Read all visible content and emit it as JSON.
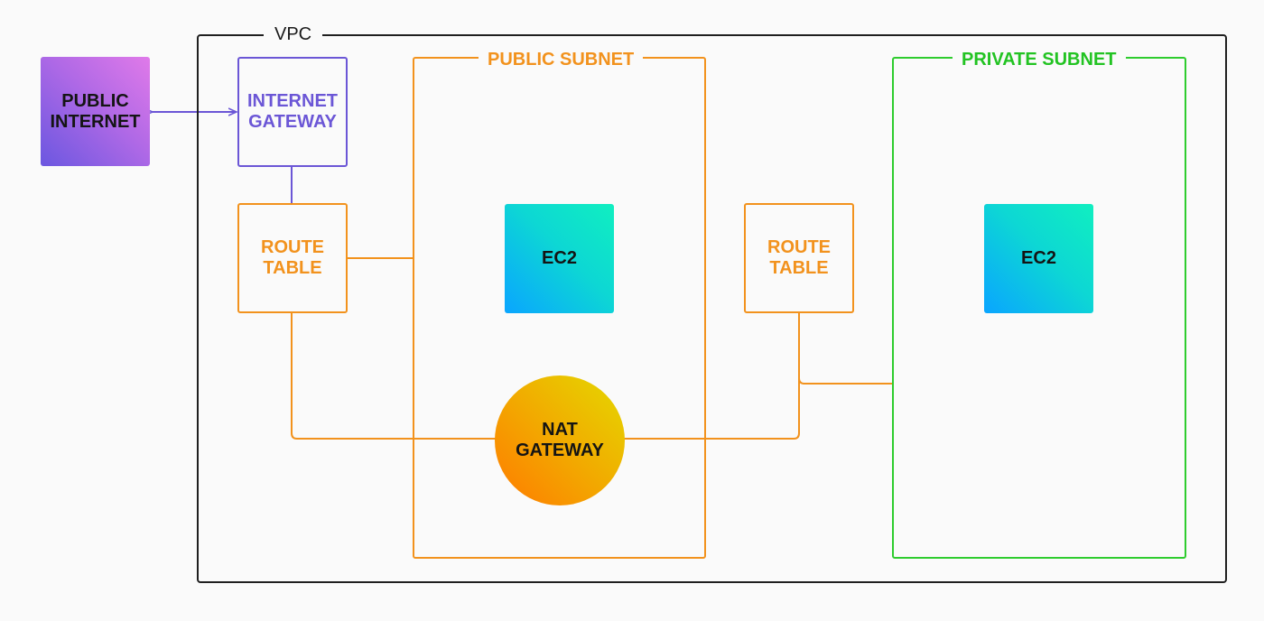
{
  "vpc": {
    "label": "VPC"
  },
  "public_subnet": {
    "label": "PUBLIC SUBNET"
  },
  "private_subnet": {
    "label": "PRIVATE SUBNET"
  },
  "nodes": {
    "public_internet": "PUBLIC\nINTERNET",
    "internet_gateway": "INTERNET\nGATEWAY",
    "route_table_public": "ROUTE\nTABLE",
    "route_table_private": "ROUTE\nTABLE",
    "ec2_public": "EC2",
    "ec2_private": "EC2",
    "nat_gateway": "NAT\nGATEWAY"
  },
  "colors": {
    "vpc_border": "#1f1f1f",
    "public": "#f2921d",
    "private": "#2ecc2e",
    "gateway": "#6b56d6"
  }
}
